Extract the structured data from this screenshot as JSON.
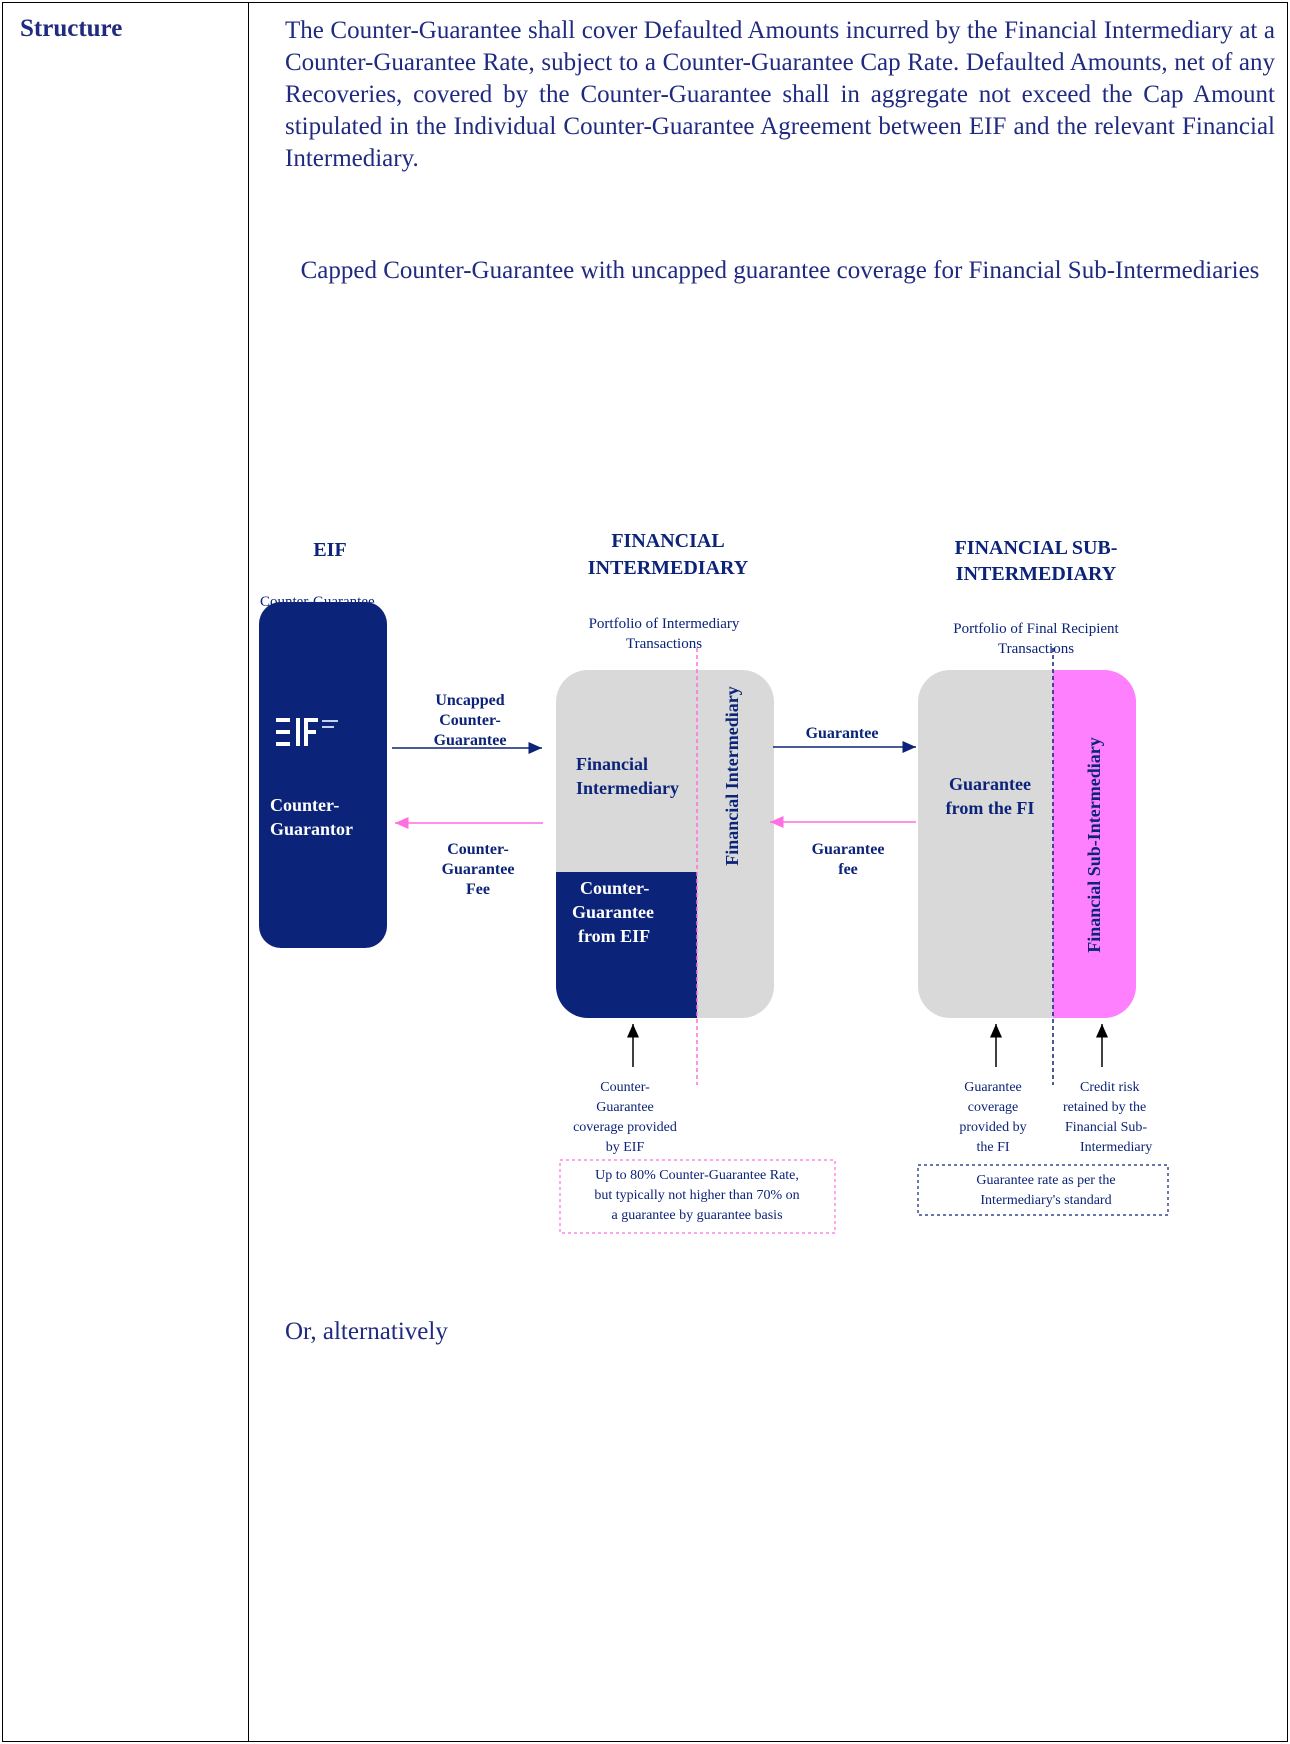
{
  "row": {
    "label": "Structure",
    "paragraph": "The Counter-Guarantee shall cover Defaulted Amounts incurred by the Financial Intermediary at a Counter-Guarantee Rate, subject to a Counter-Guarantee Cap Rate. Defaulted Amounts, net of any Recoveries, covered by the Counter-Guarantee shall in aggregate not exceed the Cap Amount stipulated in the Individual Counter-Guarantee Agreement between EIF and the relevant Financial Intermediary.",
    "diagram_title": "Capped Counter-Guarantee with uncapped guarantee coverage for Financial Sub-Intermediaries",
    "alternative": "Or, alternatively"
  },
  "diagram": {
    "eif_header": "EIF",
    "eif_sub": "Counter-Guarantee",
    "eif_logo": "EIF",
    "eif_box": [
      "Counter-",
      "Guarantor"
    ],
    "fi_header": [
      "FINANCIAL",
      "INTERMEDIARY"
    ],
    "fi_sub": [
      "Portfolio of Intermediary",
      "Transactions"
    ],
    "fi_box": [
      "Financial",
      "Intermediary"
    ],
    "fi_box_vertical": "Financial Intermediary",
    "fi_box_bottom": [
      "Counter-",
      "Guarantee",
      "from EIF"
    ],
    "fsi_header": [
      "FINANCIAL SUB-",
      "INTERMEDIARY"
    ],
    "fsi_sub": [
      "Portfolio of Final Recipient",
      "Transactions"
    ],
    "fsi_box": [
      "Guarantee",
      "from the FI"
    ],
    "fsi_box_vertical": "Financial Sub-Intermediary",
    "arrow1_label": [
      "Uncapped",
      "Counter-",
      "Guarantee"
    ],
    "arrow2_label": [
      "Counter-",
      "Guarantee",
      "Fee"
    ],
    "arrow3_label": [
      "Guarantee"
    ],
    "arrow4_label": [
      "Guarantee",
      "fee"
    ],
    "note_eif_cov": [
      "Counter-",
      "Guarantee",
      "coverage provided",
      "by EIF"
    ],
    "note_rate_box": [
      "Up to 80% Counter-Guarantee Rate,",
      "but typically not higher than 70% on",
      "a guarantee by guarantee basis"
    ],
    "note_fi_cov": [
      "Guarantee",
      "coverage",
      "provided by",
      "the FI"
    ],
    "note_credit_risk": [
      "Credit risk",
      "retained by the",
      "Financial Sub-",
      "Intermediary"
    ],
    "note_std_box": [
      "Guarantee rate as per the",
      "Intermediary's standard"
    ],
    "colors": {
      "navy": "#0b2378",
      "grey": "#d9d9d9",
      "pink": "#ff80ff",
      "pink_line": "#ff6fe0"
    }
  }
}
